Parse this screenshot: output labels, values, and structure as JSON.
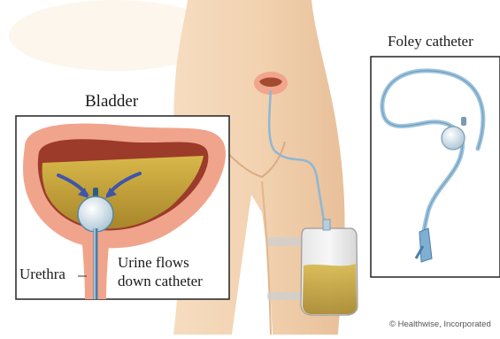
{
  "labels": {
    "bladder": "Bladder",
    "foley_catheter": "Foley catheter",
    "urethra": "Urethra",
    "urine_flows_line1": "Urine flows",
    "urine_flows_line2": "down catheter",
    "credit": "© Healthwise, Incorporated"
  },
  "colors": {
    "skin": "#f2d2b0",
    "skin_shadow": "#e3b88f",
    "bladder_wall": "#f1a48c",
    "bladder_inner": "#9c3b2a",
    "urine": "#c9a53a",
    "tube": "#9fc4dc",
    "tube_dark": "#4a7ea6",
    "box_border": "#222222",
    "arrow": "#3f56a8"
  },
  "icons": {
    "flow_arrows": "arrow-icon"
  }
}
